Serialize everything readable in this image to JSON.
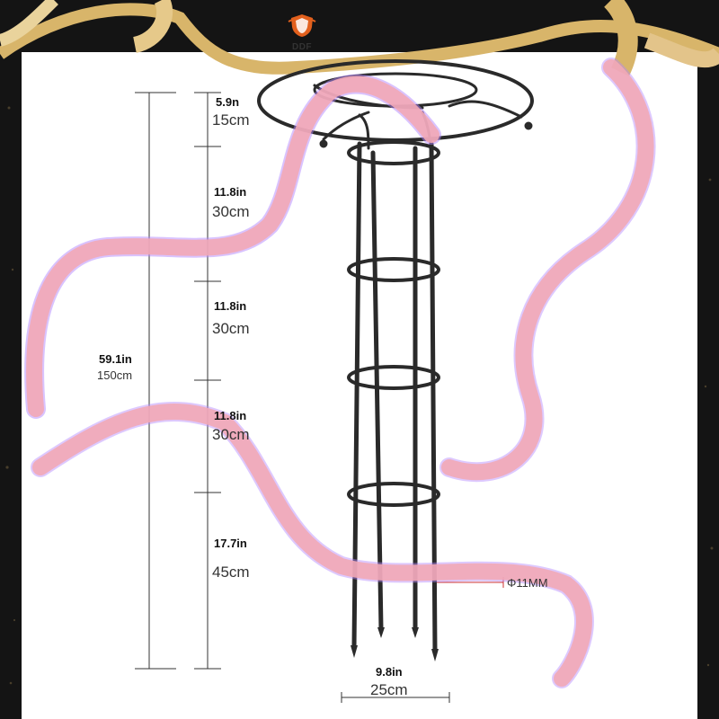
{
  "brand": {
    "name": "DDF"
  },
  "dimensions": {
    "top_section": {
      "in": "5.9n",
      "cm": "15cm"
    },
    "section_2": {
      "in": "11.8in",
      "cm": "30cm"
    },
    "section_3": {
      "in": "11.8in",
      "cm": "30cm"
    },
    "section_4": {
      "in": "11.8in",
      "cm": "30cm"
    },
    "bottom_section": {
      "in": "17.7in",
      "cm": "45cm"
    },
    "total_height": {
      "in": "59.1in",
      "cm": "150cm"
    },
    "width": {
      "in": "9.8in",
      "cm": "25cm"
    },
    "rod_diameter": "Φ11MM"
  },
  "colors": {
    "ribbon": "#f2a9b6",
    "ribbon_shadow": "#b388ff",
    "gold": "#d8b56a",
    "metal": "#2a2a2a",
    "frame": "#151515"
  }
}
